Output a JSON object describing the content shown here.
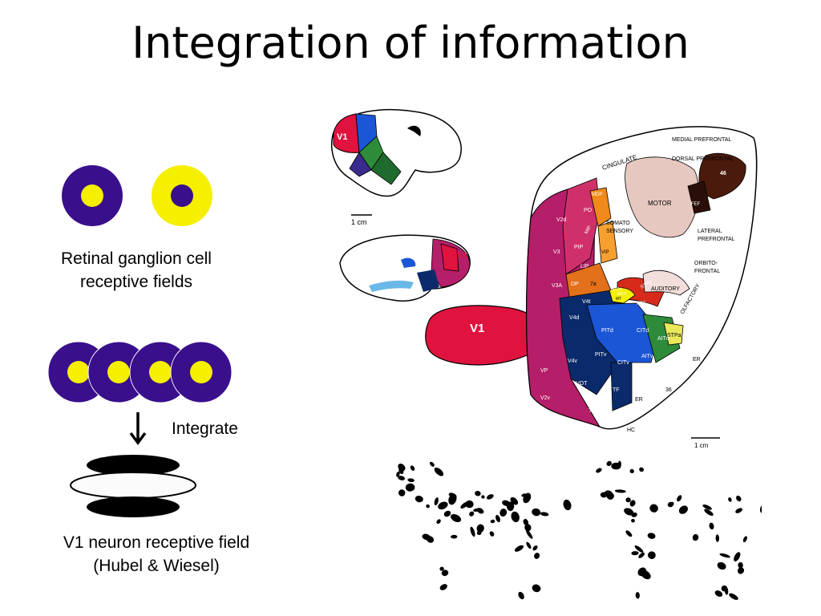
{
  "slide": {
    "title": "Integration of information",
    "retinal_caption_line1": "Retinal ganglion cell",
    "retinal_caption_line2": "receptive fields",
    "integrate_label": "Integrate",
    "v1_caption_line1": "V1 neuron receptive field",
    "v1_caption_line2": "(Hubel & Wiesel)"
  },
  "brain_labels": {
    "v1_small_1": "V1",
    "v1_small_2": "V1",
    "v1_big": "V1",
    "scale_1": "1 cm",
    "scale_2": "1 cm",
    "cingulate": "CINGULATE",
    "medial_prefrontal": "MEDIAL PREFRONTAL",
    "dorsal_prefrontal": "DORSAL PREFRONTAL",
    "area46": "46",
    "fef": "FEF",
    "motor": "MOTOR",
    "somato1": "SOMATO",
    "somato2": "SENSORY",
    "lateral1": "LATERAL",
    "lateral2": "PREFRONTAL",
    "orbito1": "ORBITO-",
    "orbito2": "FRONTAL",
    "olfactory": "OLFACTORY",
    "auditory": "AUDITORY",
    "er1": "ER",
    "er2": "ER",
    "hc": "HC",
    "th": "TH",
    "tf": "TF",
    "n36": "36",
    "v2d": "V2d",
    "v3": "V3",
    "v3a": "V3A",
    "vp": "VP",
    "v2v": "V2v",
    "mdp": "MDP",
    "po": "PO",
    "mip": "MIP",
    "pip": "PIP",
    "vip": "VIP",
    "lip": "LIP",
    "dp": "DP",
    "a7a": "7a",
    "mstd": "MSTd",
    "mstl": "MSTl",
    "stpp": "STPp",
    "fst": "FST",
    "stpa": "STPa",
    "v4t": "V4t",
    "v4d": "V4d",
    "v4v": "V4v",
    "pitd": "PITd",
    "pitv": "PITv",
    "citd": "CITd",
    "citv": "CITv",
    "aitd": "AITd",
    "aitv": "AITv",
    "vot": "VOT",
    "mt": "MT"
  },
  "colors": {
    "purple": "#3a0f8c",
    "yellow": "#f5ef00",
    "v1_red": "#e0123e",
    "magenta": "#b51e68",
    "blue": "#1a56d6",
    "navy": "#0a2a6b",
    "green": "#2e8b3a",
    "orange": "#f08a1a",
    "brown": "#4a1a0c"
  }
}
